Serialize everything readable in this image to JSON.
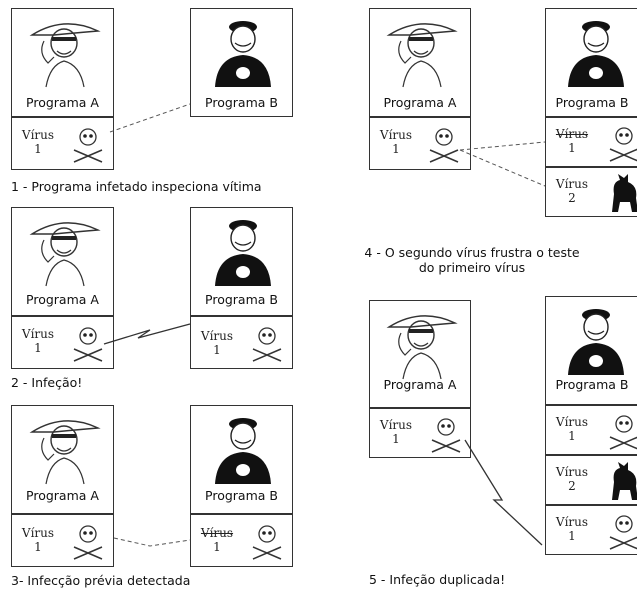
{
  "programs": {
    "a": "Programa A",
    "b": "Programa B"
  },
  "virus": {
    "word": "Vírus",
    "n1": "1",
    "n2": "2"
  },
  "captions": {
    "step1": "1 - Programa infetado inspeciona vítima",
    "step2": "2 - Infeção!",
    "step3": "3- Infecção prévia detectada",
    "step4_line1": "4 - O segundo vírus frustra o teste",
    "step4_line2": "do primeiro vírus",
    "step5": "5 - Infeção duplicada!"
  },
  "colors": {
    "line": "#333333",
    "ink": "#111111"
  }
}
